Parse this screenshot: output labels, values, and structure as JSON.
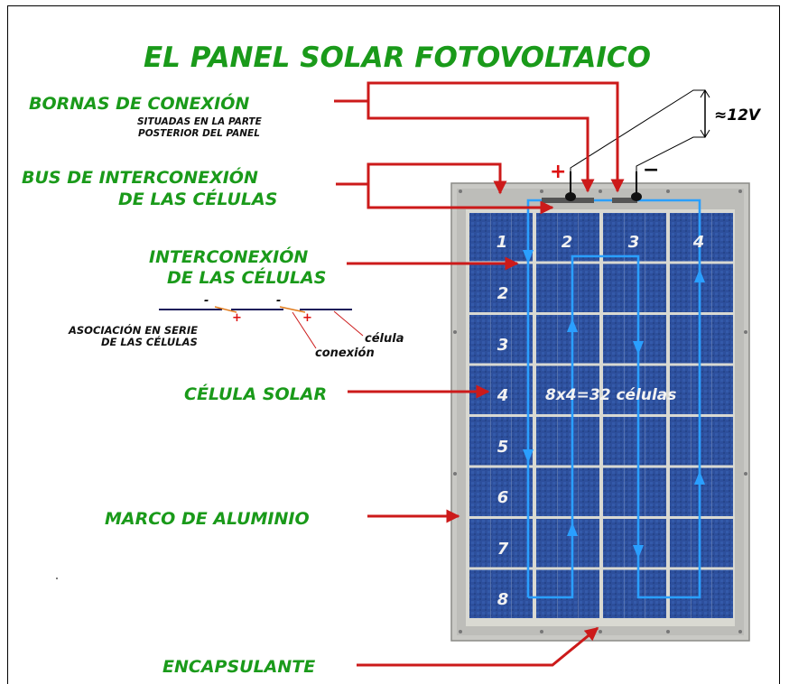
{
  "title": "EL PANEL SOLAR FOTOVOLTAICO",
  "labels": {
    "bornas": "BORNAS DE CONEXIÓN",
    "bornas_sub1": "SITUADAS EN LA PARTE",
    "bornas_sub2": "POSTERIOR DEL PANEL",
    "bus1": "BUS DE INTERCONEXIÓN",
    "bus2": "DE LAS CÉLULAS",
    "inter1": "INTERCONEXIÓN",
    "inter2": "DE LAS CÉLULAS",
    "asoc1": "ASOCIACIÓN EN SERIE",
    "asoc2": "DE LAS CÉLULAS",
    "celula_small": "célula",
    "conexion": "conexión",
    "celula_solar": "CÉLULA SOLAR",
    "marco": "MARCO DE ALUMINIO",
    "encapsulante": "ENCAPSULANTE",
    "voltage": "≈12V",
    "plus": "+",
    "minus": "−",
    "cells_count": "8x4=32 células"
  },
  "series_mini": {
    "minus_sign": "-",
    "plus_sign": "+"
  },
  "column_numbers": [
    "1",
    "2",
    "3",
    "4"
  ],
  "row_numbers": [
    "2",
    "3",
    "4",
    "5",
    "6",
    "7",
    "8"
  ],
  "colors": {
    "green_label": "#1a9a1a",
    "red_arrow": "#cc1a1a",
    "blue_flow": "#2a9fff",
    "cell_blue": "#2c4f9e",
    "frame_grey": "#c8c8c4"
  }
}
